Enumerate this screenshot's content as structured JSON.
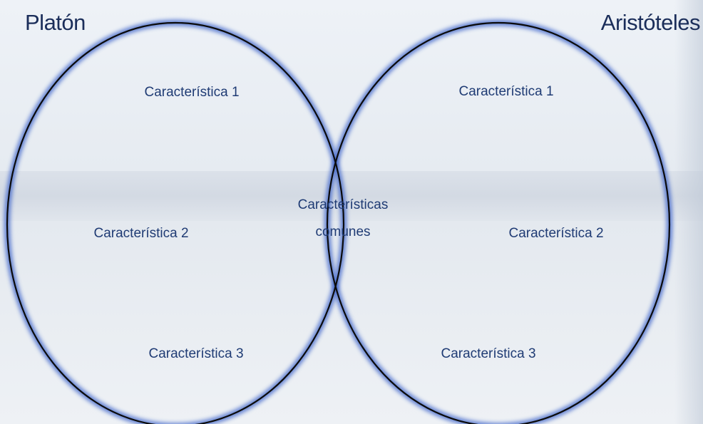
{
  "colors": {
    "text": "#1f3b74",
    "title": "#1b2e5a",
    "circle_stroke": "#0b0b0b",
    "circle_glow": "#3d63c9",
    "background": "#e9eef4"
  },
  "titles": {
    "left": "Platón",
    "right": "Aristóteles"
  },
  "left_circle": {
    "items": [
      "Característica 1",
      "Característica 2",
      "Característica 3"
    ]
  },
  "right_circle": {
    "items": [
      "Característica 1",
      "Característica 2",
      "Característica 3"
    ]
  },
  "intersection": {
    "line1": "Características",
    "line2": "comunes"
  }
}
